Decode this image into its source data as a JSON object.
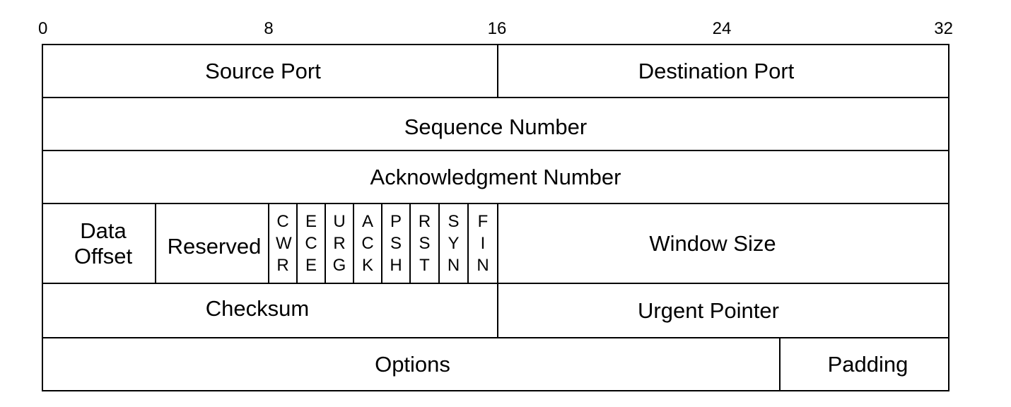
{
  "bit_ruler": [
    "0",
    "8",
    "16",
    "24",
    "32"
  ],
  "rows": {
    "row1": {
      "source_port": "Source Port",
      "destination_port": "Destination Port"
    },
    "row2": {
      "sequence_number": "Sequence Number"
    },
    "row3": {
      "acknowledgment_number": "Acknowledgment Number"
    },
    "row4": {
      "data_offset": "Data\nOffset",
      "reserved": "Reserved",
      "flags": [
        "CWR",
        "ECE",
        "URG",
        "ACK",
        "PSH",
        "RST",
        "SYN",
        "FIN"
      ],
      "window_size": "Window Size"
    },
    "row5": {
      "checksum": "Checksum",
      "urgent_pointer": "Urgent Pointer"
    },
    "row6": {
      "options": "Options",
      "padding": "Padding"
    }
  }
}
